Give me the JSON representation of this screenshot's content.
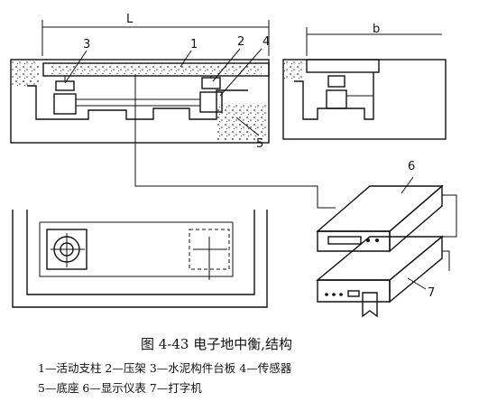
{
  "dimensions": {
    "L": "L",
    "b": "b"
  },
  "callouts": [
    "2",
    "3",
    "1",
    "4",
    "5",
    "6",
    "7"
  ],
  "caption": "图 4-43   电子地中衡,结构",
  "legend": {
    "line1": "1—活动支柱   2—压架   3—水泥构件台板   4—传感器",
    "line2": "5—底座   6—显示仪表   7—打字机"
  }
}
